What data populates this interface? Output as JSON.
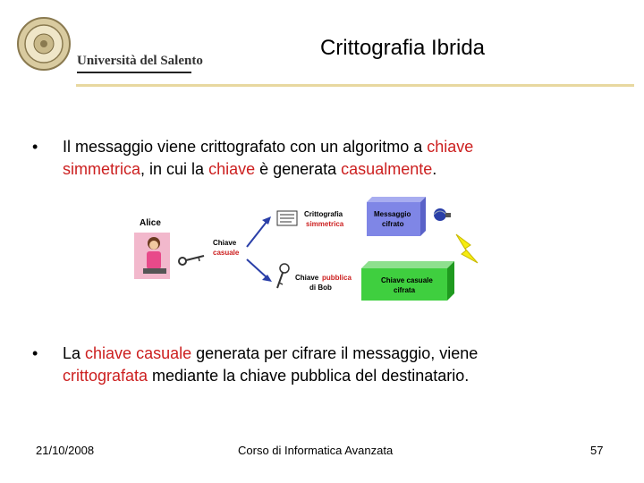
{
  "header": {
    "logo_text": "Università del Salento",
    "title": "Crittografia Ibrida"
  },
  "bullets": [
    {
      "marker": "•",
      "line1": [
        "Il messaggio viene crittografato con un algoritmo a ",
        "chiave"
      ],
      "line2": [
        "simmetrica",
        ", in cui la ",
        "chiave",
        " è generata ",
        "casualmente",
        "."
      ]
    },
    {
      "marker": "•",
      "line1": [
        "La ",
        "chiave casuale",
        " generata per cifrare il messaggio, viene"
      ],
      "line2": [
        "crittografata",
        " mediante la chiave pubblica del destinatario."
      ]
    }
  ],
  "diagram": {
    "alice": "Alice",
    "key_label_1": "Chiave",
    "key_label_2": "casuale",
    "sym_label_1": "Crittografia",
    "sym_label_2": "simmetrica",
    "pub_label_1": "Chiave",
    "pub_label_2": "pubblica",
    "pub_label_3": "di Bob",
    "box1_line1": "Messaggio",
    "box1_line2": "cifrato",
    "box2_line1": "Chiave casuale",
    "box2_line2": "cifrata",
    "colors": {
      "blue_box": "#7f86e6",
      "green_box": "#3fcf3f",
      "red_text": "#cc1f1f",
      "lightning": "#f6ec10",
      "arrow": "#2a3fa8"
    }
  },
  "footer": {
    "date": "21/10/2008",
    "course": "Corso di Informatica Avanzata",
    "page": "57"
  },
  "colors": {
    "header_rule": "#e8d8a0",
    "highlight": "#cc1f1f"
  }
}
